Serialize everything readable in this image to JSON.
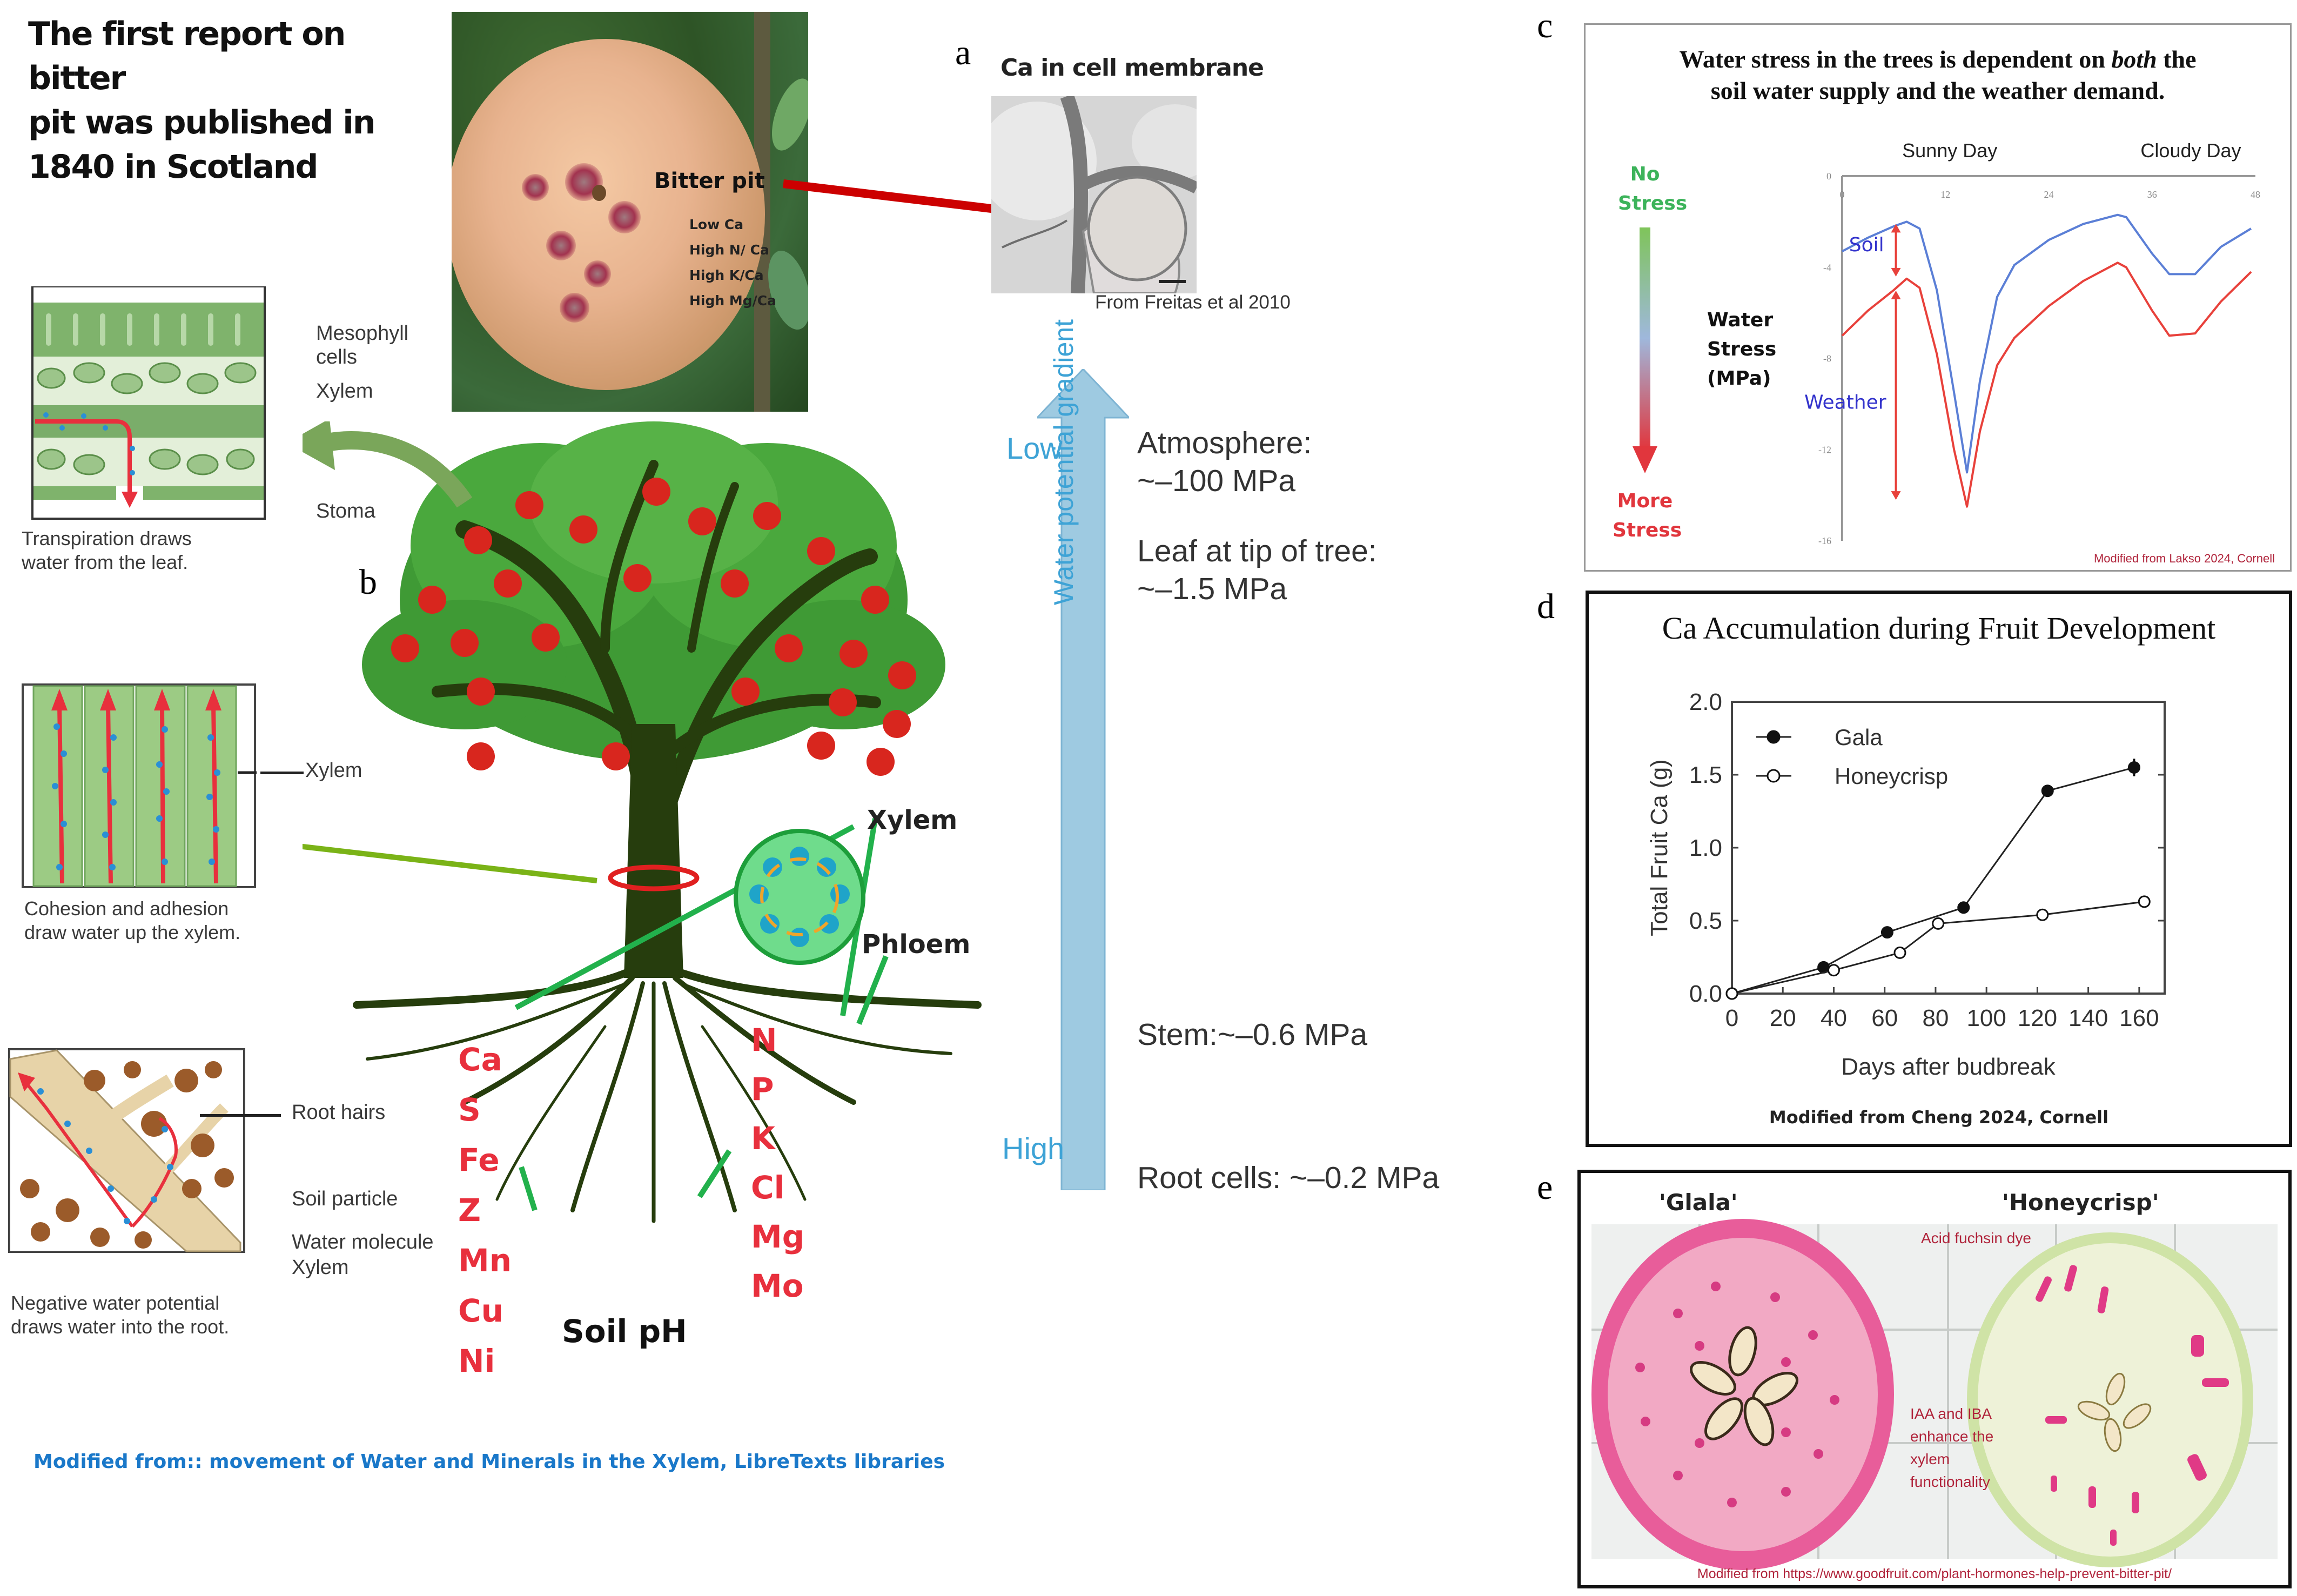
{
  "intro": {
    "title_lines": [
      "The  first report on bitter",
      "pit was published in",
      "1840 in Scotland"
    ]
  },
  "apple_photo": {
    "label": "Bitter pit",
    "factors": [
      "Low Ca",
      "High N/ Ca",
      "High K/Ca",
      "High Mg/Ca"
    ]
  },
  "panel_a": {
    "letter": "a",
    "title": "Ca in cell membrane",
    "source": "From Freitas et al 2010"
  },
  "panel_b": {
    "letter": "b",
    "leaf_inset": {
      "labels": [
        "Mesophyll",
        "cells",
        "Xylem",
        "Stoma"
      ],
      "caption": [
        "Transpiration draws",
        "water from the leaf."
      ]
    },
    "stem_inset": {
      "label": "Xylem",
      "caption": [
        "Cohesion and adhesion",
        "draw water up the xylem."
      ]
    },
    "root_inset": {
      "labels": [
        "Root hairs",
        "Soil particle",
        "Water molecule",
        "Xylem"
      ],
      "caption": [
        "Negative water potential",
        "draws water into the root."
      ]
    },
    "cross_section": {
      "xylem_label": "Xylem",
      "phloem_label": "Phloem"
    },
    "minerals_left": [
      "Ca",
      "S",
      "Fe",
      "Z",
      "Mn",
      "Cu",
      "Ni"
    ],
    "minerals_right": [
      "N",
      "P",
      "K",
      "Cl",
      "Mg",
      "Mo"
    ],
    "soil_ph_label": "Soil pH",
    "source": "Modified from:: movement of Water and Minerals in the Xylem, LibreTexts libraries"
  },
  "water_potential": {
    "axis_label": "Water potential gradient",
    "low_label": "Low",
    "high_label": "High",
    "levels": [
      {
        "name": "Atmosphere:",
        "value": "~–100 MPa"
      },
      {
        "name": "Leaf at tip of tree:",
        "value": "~–1.5 MPa"
      },
      {
        "name": "Stem:~–0.6 MPa",
        "value": ""
      },
      {
        "name": "Root cells: ~–0.2 MPa",
        "value": ""
      }
    ]
  },
  "colors": {
    "gradient_arrow": "#9ecae1",
    "gradient_text": "#3ea3d6",
    "mineral_red": "#e8303d",
    "soil_blue": "#5b7fd6",
    "weather_red": "#e8413b",
    "source_blue": "#1a78c9",
    "source_maroon": "#b0243b"
  },
  "chart_data": [
    {
      "id": "panel_c",
      "letter": "c",
      "type": "line",
      "title": "Water stress in the trees is dependent on both the soil water supply and the weather demand.",
      "title_parts": [
        "Water stress in the trees is dependent on ",
        "both",
        " the",
        "soil water supply and the weather demand."
      ],
      "xlabel": "",
      "ylabel": "Water Stress (MPa)",
      "ylabel_lines": [
        "Water",
        "Stress",
        "(MPa)"
      ],
      "xlim": [
        0,
        48
      ],
      "ylim": [
        -16,
        0
      ],
      "xticks": [
        0,
        12,
        24,
        36,
        48
      ],
      "yticks": [
        0,
        -4,
        -8,
        -12,
        -16
      ],
      "period_labels": [
        "Sunny Day",
        "Cloudy Day"
      ],
      "scale_labels": {
        "top": [
          "No",
          "Stress"
        ],
        "bottom": [
          "More",
          "Stress"
        ]
      },
      "series": [
        {
          "name": "Soil",
          "color": "#5b7fd6",
          "x": [
            0,
            3,
            6,
            7.5,
            9,
            11,
            13,
            14.5,
            16,
            18,
            20,
            24,
            28,
            32,
            33,
            36,
            38,
            41,
            44,
            47.5
          ],
          "y": [
            -3.3,
            -2.7,
            -2.2,
            -2.0,
            -2.3,
            -5.0,
            -9.5,
            -13.0,
            -9.0,
            -5.3,
            -3.9,
            -2.8,
            -2.1,
            -1.7,
            -1.8,
            -3.4,
            -4.3,
            -4.3,
            -3.1,
            -2.3
          ]
        },
        {
          "name": "Weather",
          "color": "#e8413b",
          "x": [
            0,
            3,
            6,
            7.5,
            9,
            11,
            13,
            14.5,
            16,
            18,
            20,
            24,
            28,
            32,
            33,
            36,
            38,
            41,
            44,
            47.5
          ],
          "y": [
            -7.0,
            -5.9,
            -5.0,
            -4.5,
            -4.9,
            -7.8,
            -12.0,
            -14.5,
            -11.2,
            -8.3,
            -7.1,
            -5.7,
            -4.6,
            -3.8,
            -4.0,
            -5.9,
            -7.0,
            -6.9,
            -5.5,
            -4.2
          ]
        }
      ],
      "annotations": [
        "Soil",
        "Weather"
      ],
      "source": "Modified from Lakso 2024, Cornell"
    },
    {
      "id": "panel_d",
      "letter": "d",
      "type": "line",
      "title": "Ca Accumulation during Fruit Development",
      "xlabel": "Days after budbreak",
      "ylabel": "Total Fruit Ca (g)",
      "xlim": [
        0,
        170
      ],
      "ylim": [
        0,
        2.0
      ],
      "xticks": [
        0,
        20,
        40,
        60,
        80,
        100,
        120,
        140,
        160
      ],
      "yticks": [
        0.0,
        0.5,
        1.0,
        1.5,
        2.0
      ],
      "ytick_labels": [
        "0.0",
        "0.5",
        "1.0",
        "1.5",
        "2.0"
      ],
      "legend_position": "top-left",
      "series": [
        {
          "name": "Gala",
          "marker": "filled-circle",
          "x": [
            0,
            36,
            61,
            91,
            124,
            158
          ],
          "y": [
            0.0,
            0.18,
            0.42,
            0.59,
            1.39,
            1.55
          ]
        },
        {
          "name": "Honeycrisp",
          "marker": "open-circle",
          "x": [
            0,
            40,
            66,
            81,
            122,
            162
          ],
          "y": [
            0.0,
            0.16,
            0.28,
            0.48,
            0.54,
            0.63
          ]
        }
      ],
      "source": "Modified from Cheng 2024, Cornell"
    }
  ],
  "panel_e": {
    "letter": "e",
    "left_label": "'Glala'",
    "right_label": "'Honeycrisp'",
    "dye_label": "Acid fuchsin dye",
    "note_lines": [
      "IAA and IBA",
      "enhance the",
      "xylem",
      "functionality"
    ],
    "source": "Modified from https://www.goodfruit.com/plant-hormones-help-prevent-bitter-pit/"
  }
}
